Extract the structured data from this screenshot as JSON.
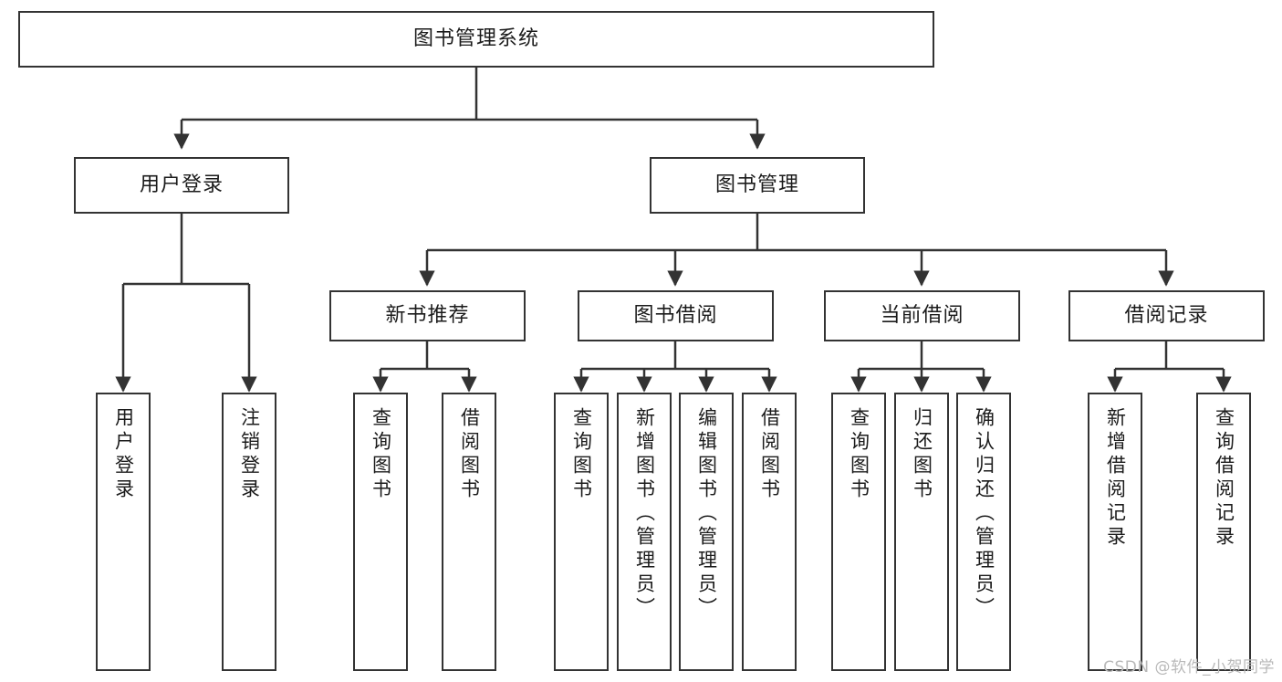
{
  "diagram": {
    "title": "图书管理系统",
    "type": "tree",
    "watermark": "CSDN @软件_小贺同学",
    "colors": {
      "background": "#ffffff",
      "box_border": "#333333",
      "box_fill": "#ffffff",
      "connector": "#333333",
      "text": "#1b1b1b",
      "watermark": "#b9b9b9"
    },
    "root": {
      "label": "图书管理系统"
    },
    "level2": [
      {
        "label": "用户登录"
      },
      {
        "label": "图书管理"
      }
    ],
    "level3": [
      {
        "label": "新书推荐"
      },
      {
        "label": "图书借阅"
      },
      {
        "label": "当前借阅"
      },
      {
        "label": "借阅记录"
      }
    ],
    "leaves": {
      "user_login": [
        {
          "label": "用户登录"
        },
        {
          "label": "注销登录"
        }
      ],
      "new_book_recommend": [
        {
          "label": "查询图书"
        },
        {
          "label": "借阅图书"
        }
      ],
      "book_borrow": [
        {
          "label": "查询图书"
        },
        {
          "label": "新增图书（管理员）"
        },
        {
          "label": "编辑图书（管理员）"
        },
        {
          "label": "借阅图书"
        }
      ],
      "current_borrow": [
        {
          "label": "查询图书"
        },
        {
          "label": "归还图书"
        },
        {
          "label": "确认归还（管理员）"
        }
      ],
      "borrow_record": [
        {
          "label": "新增借阅记录"
        },
        {
          "label": "查询借阅记录"
        }
      ]
    }
  }
}
